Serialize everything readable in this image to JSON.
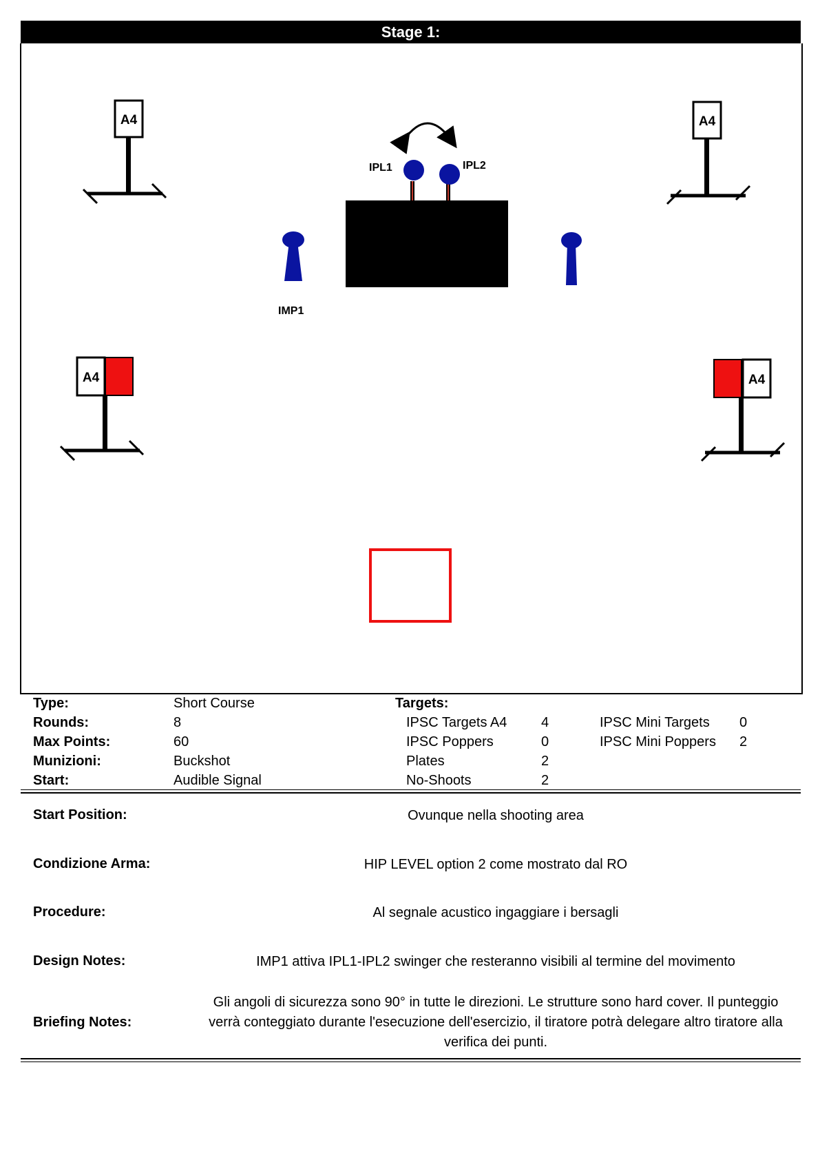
{
  "stage": {
    "title": "Stage 1:"
  },
  "diagram": {
    "a4_label": "A4",
    "ipl1_label": "IPL1",
    "ipl2_label": "IPL2",
    "imp1_label": "IMP1",
    "colors": {
      "target_red": "#ee1111",
      "popper_blue": "#0a14a0",
      "barrier": "#000000",
      "fault_box": "#ee1111"
    }
  },
  "info": {
    "type_label": "Type:",
    "type_value": "Short Course",
    "rounds_label": "Rounds:",
    "rounds_value": "8",
    "max_points_label": "Max Points:",
    "max_points_value": "60",
    "munizioni_label": "Munizioni:",
    "munizioni_value": "Buckshot",
    "start_label": "Start:",
    "start_value": "Audible Signal",
    "targets_label": "Targets:",
    "targets": [
      {
        "name": "IPSC Targets A4",
        "count": "4"
      },
      {
        "name": "IPSC Poppers",
        "count": "0"
      },
      {
        "name": "Plates",
        "count": "2"
      },
      {
        "name": "No-Shoots",
        "count": "2"
      }
    ],
    "mini": [
      {
        "name": "IPSC Mini Targets",
        "count": "0"
      },
      {
        "name": "IPSC Mini Poppers",
        "count": "2"
      }
    ]
  },
  "briefing": {
    "start_position_label": "Start Position:",
    "start_position_value": "Ovunque nella shooting area",
    "condizione_label": "Condizione Arma:",
    "condizione_value": "HIP LEVEL option 2 come mostrato dal RO",
    "procedure_label": "Procedure:",
    "procedure_value": "Al segnale acustico ingaggiare i bersagli",
    "design_label": "Design Notes:",
    "design_value": "IMP1 attiva IPL1-IPL2 swinger che resteranno visibili al termine del movimento",
    "briefing_label": "Briefing Notes:",
    "briefing_line1": "Gli angoli di sicurezza sono 90° in tutte le direzioni. Le strutture sono hard cover. Il punteggio",
    "briefing_line2": "verrà conteggiato durante l'esecuzione dell'esercizio, il tiratore potrà delegare altro tiratore alla",
    "briefing_line3": "verifica  dei punti."
  }
}
